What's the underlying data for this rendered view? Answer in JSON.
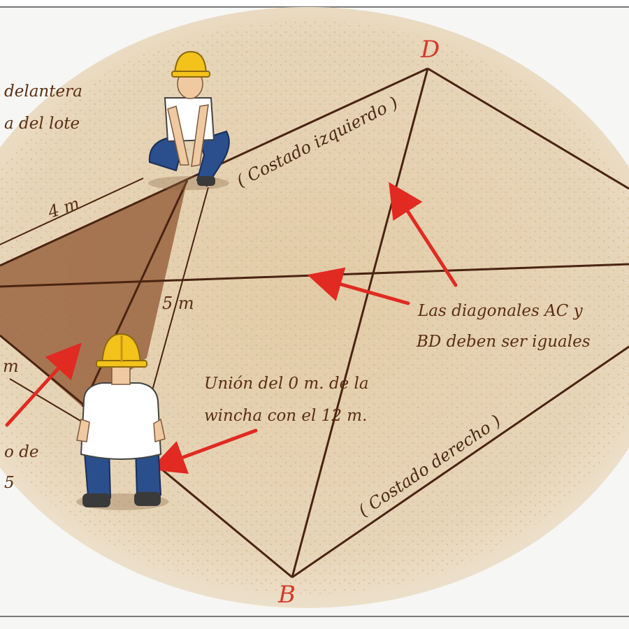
{
  "diagram": {
    "vertices": {
      "D": "D",
      "B": "B"
    },
    "side_labels": {
      "left": "( Costado izquierdo )",
      "right": "( Costado derecho )"
    },
    "measures": {
      "four": "4 m",
      "five": "5 m",
      "three_partial": "m"
    },
    "notes": {
      "front_line1": "delantera",
      "front_line2": "a del lote",
      "diagonals_line1": "Las diagonales AC y",
      "diagonals_line2": "BD deben ser iguales",
      "union_line1": "Unión del 0 m. de la",
      "union_line2": "wincha con el 12 m.",
      "left_partial_line1": "o de",
      "left_partial_line2": "5"
    },
    "colors": {
      "ground": "#e6d3b4",
      "triangle": "#9a6440",
      "lines": "#4a2412",
      "arrows": "#e02a22",
      "vertex_labels": "#d23a2a",
      "helmet": "#f3c21b",
      "shirt": "#ffffff",
      "pants": "#2a4f8c"
    },
    "icons": [
      "worker-figure-top",
      "worker-figure-bottom",
      "red-arrow"
    ]
  }
}
